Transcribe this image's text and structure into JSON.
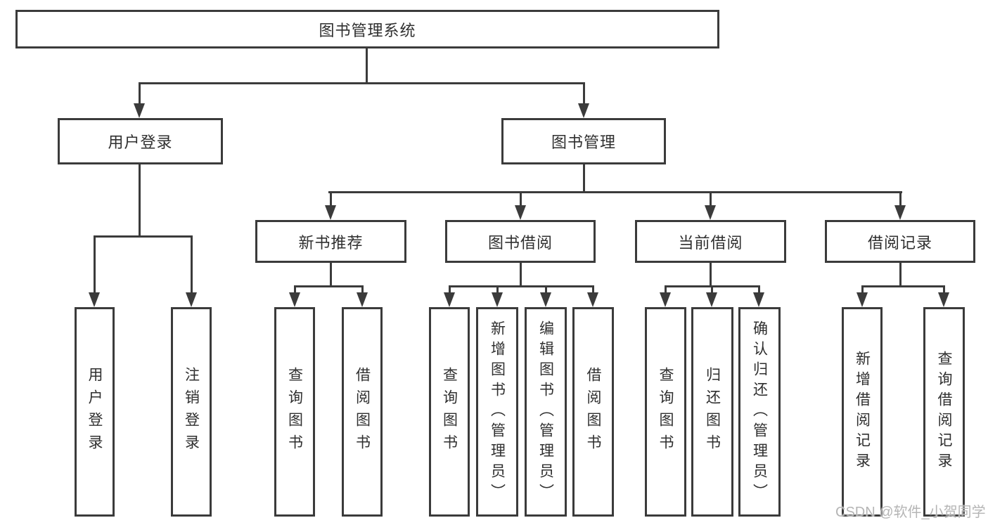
{
  "diagram": {
    "root": {
      "label": "图书管理系统"
    },
    "level2": [
      {
        "label": "用户登录"
      },
      {
        "label": "图书管理"
      }
    ],
    "level3": [
      {
        "label": "新书推荐"
      },
      {
        "label": "图书借阅"
      },
      {
        "label": "当前借阅"
      },
      {
        "label": "借阅记录"
      }
    ],
    "leaves": {
      "user_login": [
        "用户登录",
        "注销登录"
      ],
      "new_book": [
        "查询图书",
        "借阅图书"
      ],
      "book_borrow": [
        "查询图书",
        "新增图书（管理员）",
        "编辑图书（管理员）",
        "借阅图书"
      ],
      "current_borrow": [
        "查询图书",
        "归还图书",
        "确认归还（管理员）"
      ],
      "borrow_record": [
        "新增借阅记录",
        "查询借阅记录"
      ]
    }
  },
  "watermark": "CSDN @软件_小贺同学",
  "colors": {
    "line": "#3b3b3b",
    "text": "#2f2f2f",
    "watermark": "#b5b5b5",
    "background": "#ffffff"
  }
}
